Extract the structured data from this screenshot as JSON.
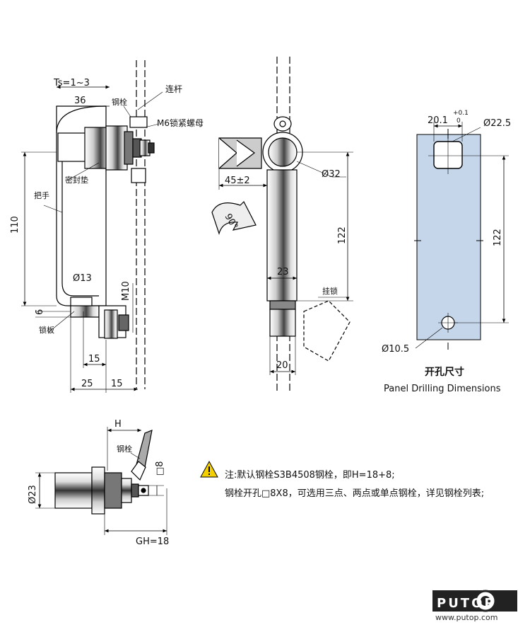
{
  "view1": {
    "ts_label": "Ts=1~3",
    "dim_36": "36",
    "dim_110": "110",
    "dim_6": "6",
    "dim_13": "Ø13",
    "dim_m10": "M10",
    "dim_15a": "15",
    "dim_25": "25",
    "dim_15b": "15",
    "lbl_bolt": "钢栓",
    "lbl_rod": "连杆",
    "lbl_nut": "M6锁紧螺母",
    "lbl_seal": "密封垫",
    "lbl_handle": "把手",
    "lbl_plate": "锁板"
  },
  "view2": {
    "dim_45": "45±2",
    "dim_32": "Ø32",
    "dim_90": "90°",
    "dim_122": "122",
    "dim_23": "23",
    "dim_20": "20",
    "lbl_lock": "挂锁"
  },
  "view3": {
    "dim_201": "20.1",
    "tol_up": "+0.1",
    "tol_dn": "0",
    "dim_225": "Ø22.5",
    "dim_122": "122",
    "dim_105": "Ø10.5",
    "caption_cn": "开孔尺寸",
    "caption_en": "Panel Drilling Dimensions",
    "panel_color": "#c6d6ea"
  },
  "view4": {
    "dim_h": "H",
    "lbl_bolt": "钢栓",
    "dim_8": "□8",
    "dim_23": "Ø23",
    "dim_gh": "GH=18"
  },
  "note": {
    "line1": "注:默认钢栓S3B4508钢栓，即H=18+8;",
    "line2": "钢栓开孔□8X8，可选用三点、两点或单点钢栓，详见钢栓列表;",
    "warn_color": "#f5d000"
  },
  "logo": {
    "brand": "PUTOP",
    "url": "www.putop.com"
  }
}
